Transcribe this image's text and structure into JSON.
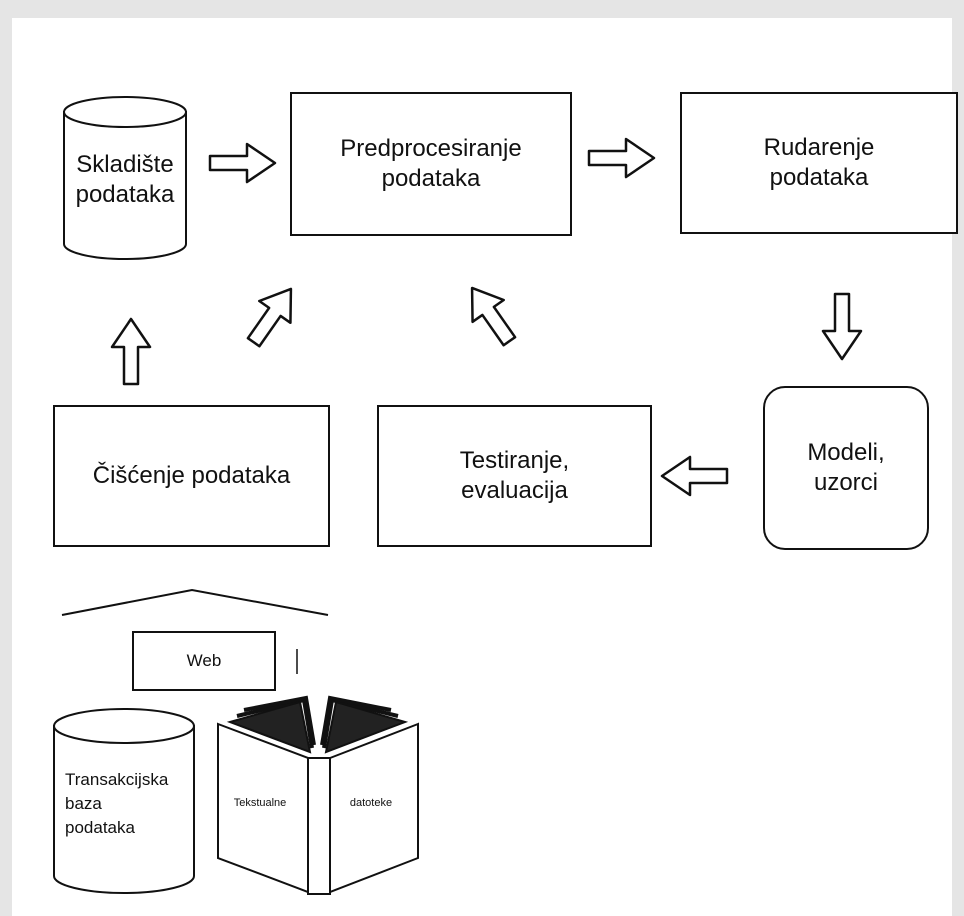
{
  "nodes": {
    "skladiste": {
      "line1": "Skladište",
      "line2": "podataka"
    },
    "predprocesiranje": {
      "line1": "Predprocesiranje",
      "line2": "podataka"
    },
    "rudarenje": {
      "line1": "Rudarenje",
      "line2": "podataka"
    },
    "modeli": {
      "line1": "Modeli,",
      "line2": "uzorci"
    },
    "testiranje": {
      "line1": "Testiranje,",
      "line2": "evaluacija"
    },
    "ciscenje": {
      "label": "Čišćenje podataka"
    },
    "web": {
      "label": "Web"
    },
    "transakcijska": {
      "line1": "Transakcijska",
      "line2": "baza",
      "line3": "podataka"
    },
    "book": {
      "left": "Tekstualne",
      "right": "datoteke"
    }
  }
}
